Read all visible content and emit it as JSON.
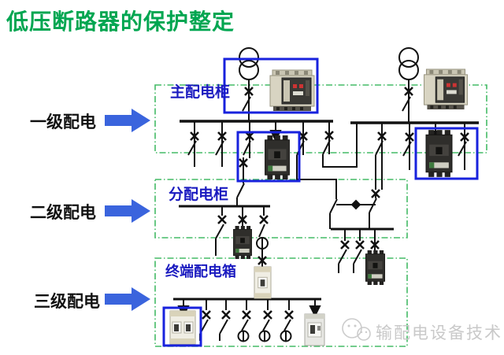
{
  "title": "低压断路器的保护整定",
  "levels": [
    {
      "label": "一级配电",
      "panel": "主配电柜"
    },
    {
      "label": "二级配电",
      "panel": "分配电柜"
    },
    {
      "label": "三级配电",
      "panel": "终端配电箱"
    }
  ],
  "watermark": {
    "text": "输配电设备技术",
    "icon": "wechat-icon"
  },
  "colors": {
    "title_green": "#00a651",
    "panel_label_blue": "#1b1bc0",
    "highlight_box_blue": "#1822dd",
    "arrow_blue": "#3a64dd",
    "boundary_green": "#44bb66",
    "line_black": "#111111",
    "watermark_gray": "#c9c9c9"
  }
}
